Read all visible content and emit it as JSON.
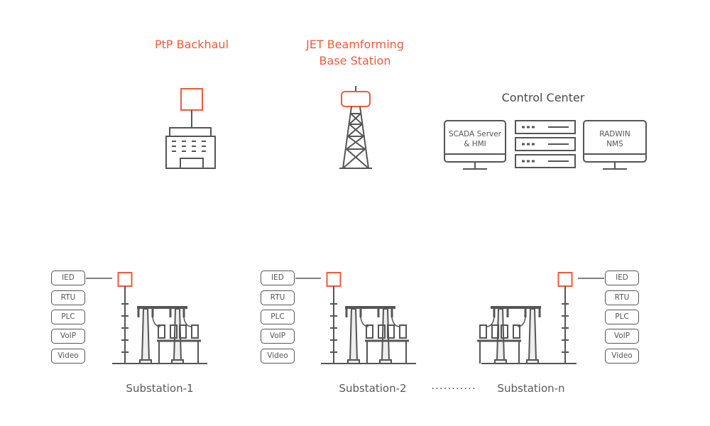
{
  "title_labels": {
    "ptp_backhaul": "PtP Backhaul",
    "jet_line1": "JET Beamforming",
    "jet_line2": "Base Station",
    "control_center": "Control Center"
  },
  "control_center": {
    "scada_line1": "SCADA Server",
    "scada_line2": "& HMI",
    "nms_line1": "RADWIN",
    "nms_line2": "NMS"
  },
  "substations": [
    {
      "name": "Substation-1",
      "devices": [
        "IED",
        "RTU",
        "PLC",
        "VoIP",
        "Video"
      ]
    },
    {
      "name": "Substation-2",
      "devices": [
        "IED",
        "RTU",
        "PLC",
        "VoIP",
        "Video"
      ]
    },
    {
      "name": "Substation-n",
      "devices": [
        "IED",
        "RTU",
        "PLC",
        "VoIP",
        "Video"
      ]
    }
  ],
  "ellipsis": "...........",
  "colors": {
    "accent": "#ee5b3a",
    "line": "#555555"
  }
}
